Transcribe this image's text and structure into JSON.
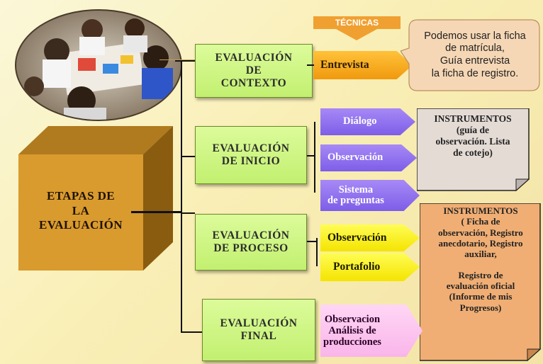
{
  "photo": {
    "description": "children-at-table-photo"
  },
  "main_block": {
    "label_line1": "ETAPAS DE",
    "label_line2": "LA",
    "label_line3": "EVALUACIÓN"
  },
  "tecnicas_label": "TÉCNICAS",
  "stages": {
    "contexto": {
      "line1": "EVALUACIÓN",
      "line2": "DE",
      "line3": "CONTEXTO"
    },
    "inicio": {
      "line1": "EVALUACIÓN",
      "line2": "DE INICIO"
    },
    "proceso": {
      "line1": "EVALUACIÓN",
      "line2": "DE PROCESO"
    },
    "final": {
      "line1": "EVALUACIÓN",
      "line2": "FINAL"
    }
  },
  "techniques": {
    "contexto": [
      "Entrevista"
    ],
    "inicio": [
      "Diálogo",
      "Observación",
      "Sistema",
      "de preguntas"
    ],
    "proceso": [
      "Observación",
      "Portafolio"
    ],
    "final": [
      "Observacion",
      "Análisis de",
      "producciones"
    ]
  },
  "notes": {
    "contexto": [
      "Podemos usar  la ficha",
      "de matrícula,",
      "Guía entrevista",
      "la ficha de registro."
    ],
    "inicio": [
      "INSTRUMENTOS",
      "(guía de",
      "observación. Lista",
      "de cotejo)"
    ],
    "proceso": [
      "INSTRUMENTOS",
      "( Ficha de",
      "observación, Registro",
      "anecdotario, Registro",
      "auxiliar,",
      "",
      "Registro de",
      "evaluación oficial",
      "(Informe de mis",
      "Progresos)"
    ]
  },
  "colors": {
    "green_box": "#c8f47a",
    "orange": "#f5a623",
    "purple": "#8b6cf0",
    "yellow": "#fff200",
    "pink": "#f9c0ee",
    "note_tan": "#f6d7b5",
    "note_gray": "#e2d9d3",
    "note_orange": "#f0ae74",
    "cube": "#d99a2e"
  }
}
